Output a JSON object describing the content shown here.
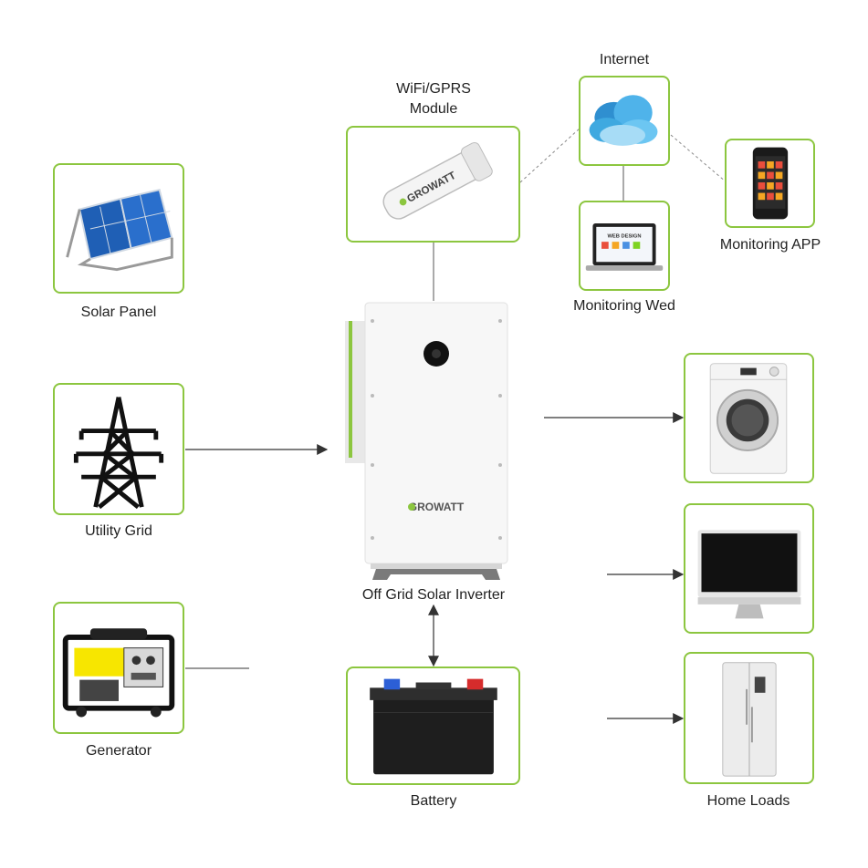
{
  "labels": {
    "wifi_line1": "WiFi/GPRS",
    "wifi_line2": "Module",
    "internet": "Internet",
    "monitoring_app": "Monitoring APP",
    "monitoring_web": "Monitoring Wed",
    "solar_panel": "Solar Panel",
    "utility_grid": "Utility Grid",
    "generator": "Generator",
    "inverter": "Off Grid Solar Inverter",
    "battery": "Battery",
    "home_loads": "Home Loads",
    "brand": "GROWATT",
    "web_design": "WEB DESIGN"
  },
  "colors": {
    "accent_green": "#8cc63f",
    "line": "#333333",
    "sky_blue": "#3fa9e0"
  },
  "icons": [
    "solar-panel-icon",
    "transmission-tower-icon",
    "generator-icon",
    "wifi-dongle-icon",
    "cloud-icon",
    "laptop-icon",
    "smartphone-icon",
    "inverter-icon",
    "battery-icon",
    "washing-machine-icon",
    "monitor-icon",
    "refrigerator-icon"
  ]
}
